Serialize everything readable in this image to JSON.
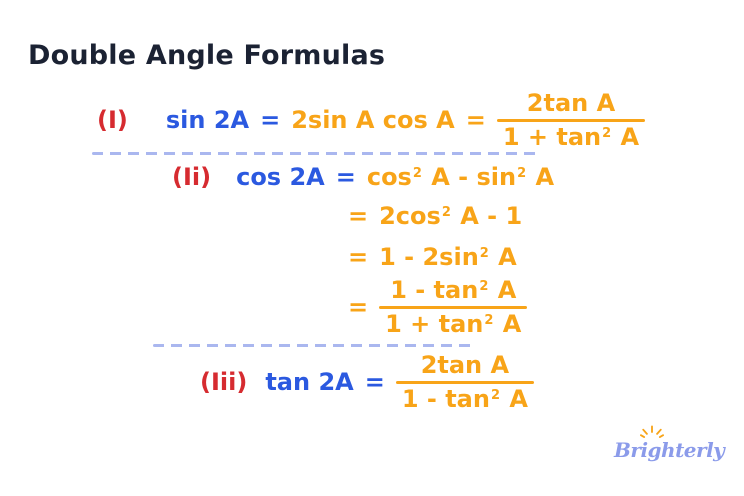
{
  "title": "Double Angle Formulas",
  "colors": {
    "background": "#ffffff",
    "title_navy": "#1b2233",
    "label_red": "#d62b30",
    "lhs_blue": "#2b59e0",
    "formula_orange": "#f8a418",
    "divider_periwinkle": "#aab7ef",
    "logo_periwinkle": "#8b9bea",
    "logo_sun_orange": "#f8a418"
  },
  "sections": [
    {
      "label": "(I)",
      "lhs": "sin 2A",
      "eq1": "=",
      "product": "2sin A cos A",
      "eq2": "=",
      "fraction": {
        "num": "2tan A",
        "den_base": "1 + tan",
        "den_sup": "2",
        "den_tail": " A"
      }
    },
    {
      "label": "(Ii)",
      "lhs": "cos 2A",
      "eq": "=",
      "line1": {
        "seg1": "cos",
        "sup1": "2",
        "seg2": " A - sin",
        "sup2": "2",
        "seg3": " A"
      },
      "line2": {
        "eq": "=",
        "seg1": "2cos",
        "sup1": "2",
        "seg2": " A - 1"
      },
      "line3": {
        "eq": "=",
        "seg1": "1 - 2sin",
        "sup1": "2",
        "seg2": " A"
      },
      "line4": {
        "eq": "=",
        "num_base": "1 - tan",
        "num_sup": "2",
        "num_tail": " A",
        "den_base": "1 + tan",
        "den_sup": "2",
        "den_tail": " A"
      }
    },
    {
      "label": "(Iii)",
      "lhs": "tan 2A",
      "eq": "=",
      "fraction": {
        "num": "2tan A",
        "den_base": "1 - tan",
        "den_sup": "2",
        "den_tail": " A"
      }
    }
  ],
  "logo": {
    "text": "Brighterly",
    "icon": "sun-rays"
  }
}
